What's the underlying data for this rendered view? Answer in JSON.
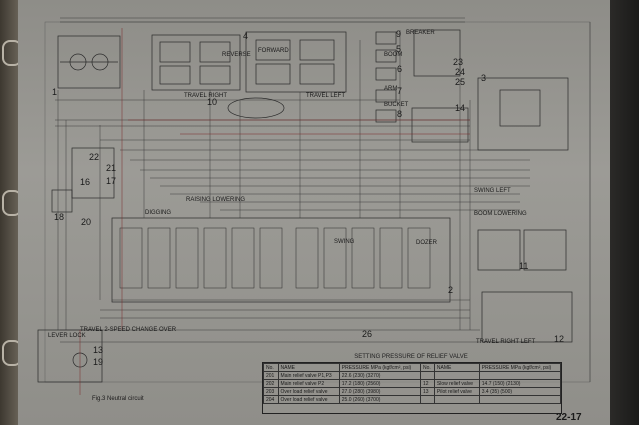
{
  "component_numbers": {
    "n1": "1",
    "n2": "2",
    "n3": "3",
    "n4": "4",
    "n5": "5",
    "n6": "6",
    "n7": "7",
    "n8": "8",
    "n9": "9",
    "n10": "10",
    "n11": "11",
    "n12": "12",
    "n13": "13",
    "n14": "14",
    "n16": "16",
    "n17": "17",
    "n18": "18",
    "n19": "19",
    "n20": "20",
    "n21": "21",
    "n22": "22",
    "n23": "23",
    "n24": "24",
    "n25": "25",
    "n26": "26"
  },
  "labels": {
    "breaker": "BREAKER",
    "travel_left": "TRAVEL LEFT",
    "travel_right": "TRAVEL RIGHT",
    "reverse": "REVERSE",
    "forward": "FORWARD",
    "boom": "BOOM",
    "arm": "ARM",
    "bucket": "BUCKET",
    "swing": "SWING",
    "digging": "DIGGING",
    "raising_lowering": "RAISING LOWERING",
    "dozer": "DOZER",
    "swing_left": "SWING LEFT",
    "boom_lowering": "BOOM LOWERING",
    "travel_right_left": "TRAVEL RIGHT LEFT",
    "lever_lock": "LEVER LOCK",
    "travel_2speed": "TRAVEL 2-SPEED CHANGE OVER"
  },
  "relief_table": {
    "title": "SETTING PRESSURE OF RELIEF VALVE",
    "headers": [
      "No.",
      "NAME",
      "PRESSURE MPa (kgf/cm², psi)",
      "No.",
      "NAME",
      "PRESSURE MPa (kgf/cm², psi)"
    ],
    "rows": [
      [
        "201",
        "Main relief valve P1,P3",
        "22.6 (230) (3270)",
        "",
        "",
        ""
      ],
      [
        "202",
        "Main relief valve P2",
        "17.2 (180) (2560)",
        "12",
        "Slow relief valve",
        "14.7 (150) (2130)"
      ],
      [
        "203",
        "Over load relief valve",
        "27.0 (280) (3980)",
        "13",
        "Pilot relief valve",
        "3.4 (35) (500)"
      ],
      [
        "204",
        "Over load relief valve",
        "25.0 (260) (3700)",
        "",
        "",
        ""
      ]
    ]
  },
  "figure_caption": "Fig.3 Neutral circuit",
  "page_number": "22-17"
}
